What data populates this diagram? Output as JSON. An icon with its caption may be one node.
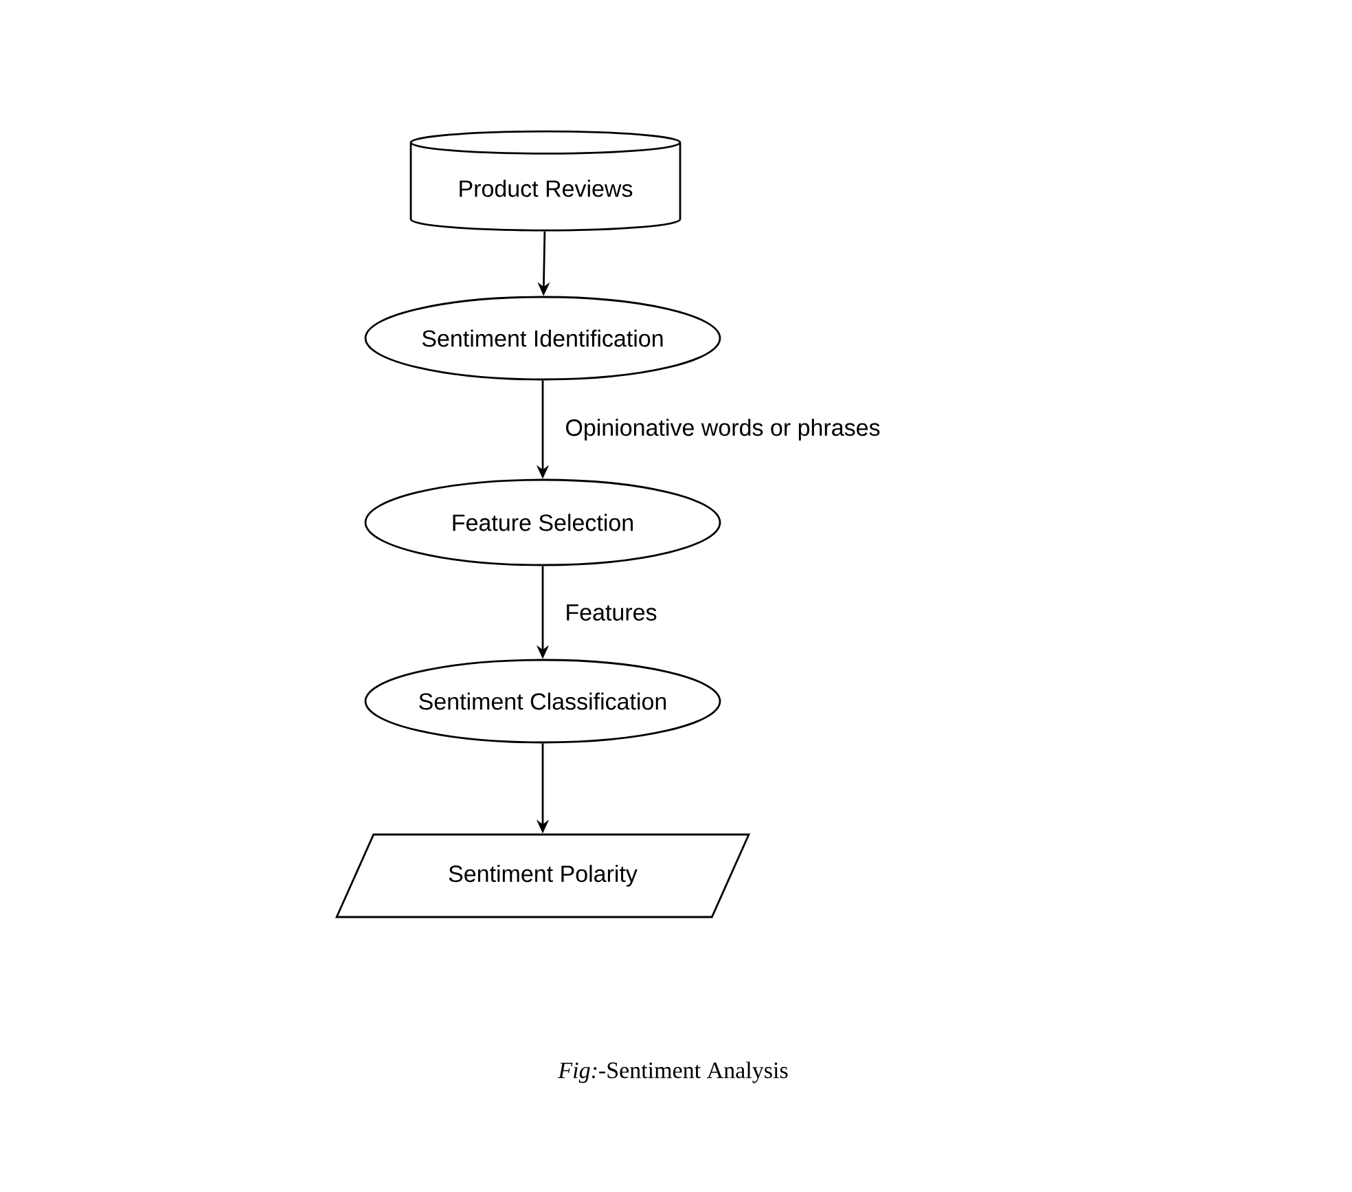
{
  "diagram": {
    "caption": "*Fig:*-Sentiment Analysis",
    "nodes": [
      {
        "text": [
          "Product Reviews"
        ]
      },
      {
        "text": [
          "Sentiment Identification"
        ]
      },
      {
        "text": [
          "Feature Selection"
        ]
      },
      {
        "text": [
          "Sentiment Classification"
        ]
      },
      {
        "text": [
          "Sentiment Polarity"
        ]
      }
    ],
    "edges": [
      {
        "from": 0,
        "to": 1,
        "arrow": "to"
      },
      {
        "from": 1,
        "to": 2,
        "arrow": "to",
        "label": "Opinionative words or phrases"
      },
      {
        "from": 2,
        "to": 3,
        "arrow": "to",
        "label": "Features"
      },
      {
        "from": 3,
        "to": 4,
        "arrow": "to"
      }
    ]
  }
}
